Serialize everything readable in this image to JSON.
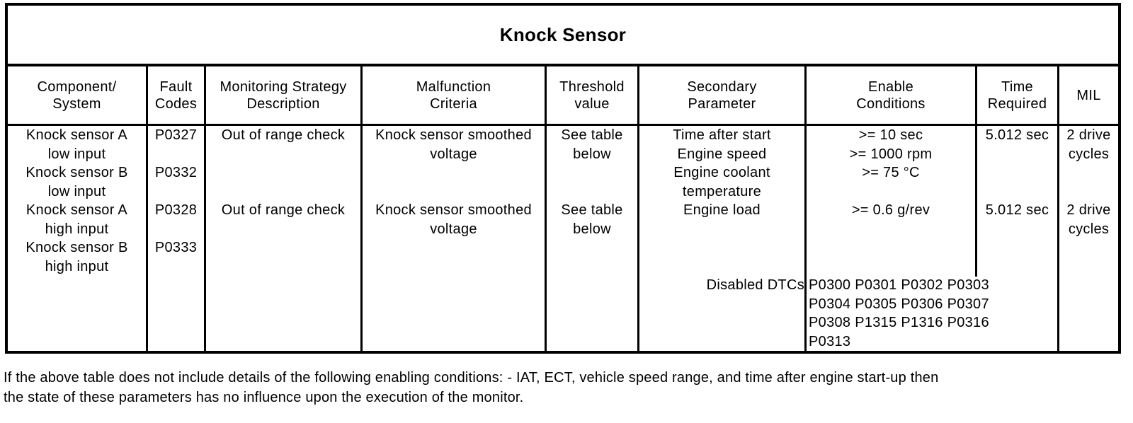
{
  "title": "Knock Sensor",
  "colors": {
    "border": "#000000",
    "text": "#000000",
    "background": "#ffffff"
  },
  "headers": {
    "component": [
      "Component/",
      "System"
    ],
    "fault": [
      "Fault",
      "Codes"
    ],
    "monitoring": [
      "Monitoring Strategy",
      "Description"
    ],
    "malfunction": [
      "Malfunction",
      "Criteria"
    ],
    "threshold": [
      "Threshold",
      "value"
    ],
    "secondary": [
      "Secondary",
      "Parameter"
    ],
    "enable": [
      "Enable",
      "Conditions"
    ],
    "time": [
      "Time",
      "Required"
    ],
    "mil": [
      "MIL"
    ]
  },
  "grid": {
    "component": [
      "Knock sensor A",
      "low input",
      "Knock sensor B",
      "low input",
      "Knock sensor A",
      "high input",
      "Knock sensor B",
      "high input"
    ],
    "fault": [
      "P0327",
      "",
      "P0332",
      "",
      "P0328",
      "",
      "P0333"
    ],
    "monitoring": [
      "Out of range check",
      "",
      "",
      "",
      "Out of range check"
    ],
    "malfunction": [
      "Knock sensor smoothed",
      "voltage",
      "",
      "",
      "Knock sensor smoothed",
      "voltage"
    ],
    "threshold": [
      "See table",
      "below",
      "",
      "",
      "See table",
      "below"
    ],
    "secondary": [
      "Time after start",
      "Engine speed",
      "Engine coolant",
      "temperature",
      "Engine load",
      "",
      "",
      "",
      "Disabled DTCs"
    ],
    "enable": [
      ">= 10 sec",
      ">= 1000 rpm",
      ">= 75 °C",
      "",
      ">= 0.6 g/rev"
    ],
    "time": [
      "5.012 sec",
      "",
      "",
      "",
      "5.012 sec"
    ],
    "mil": [
      "2 drive",
      "cycles",
      "",
      "",
      "2 drive",
      "cycles"
    ],
    "disabled_dtcs": [
      "P0300 P0301 P0302 P0303",
      "P0304 P0305 P0306 P0307",
      "P0308 P1315 P1316 P0316",
      "P0313"
    ]
  },
  "footer": {
    "line1": "If the above table does not include details of the following enabling conditions: - IAT, ECT, vehicle speed range, and time after engine start-up then",
    "line2": "the state of these parameters has no influence upon the execution of the monitor."
  }
}
